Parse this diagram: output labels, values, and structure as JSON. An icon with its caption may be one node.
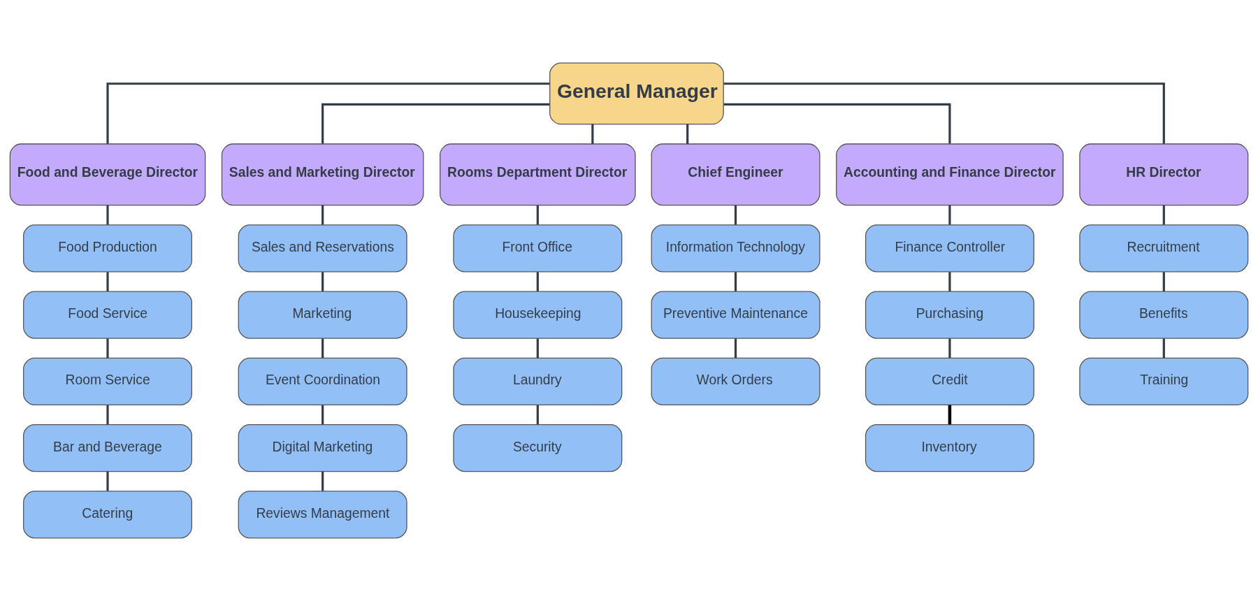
{
  "diagram": {
    "nodes": [
      {
        "text": [
          "General Manager"
        ]
      },
      {
        "text": [
          "Food and Beverage Director"
        ]
      },
      {
        "text": [
          "Sales and Marketing Director"
        ]
      },
      {
        "text": [
          "Rooms Department Director"
        ]
      },
      {
        "text": [
          "Chief Engineer"
        ]
      },
      {
        "text": [
          "Accounting and Finance Director"
        ]
      },
      {
        "text": [
          "HR Director"
        ]
      },
      {
        "text": [
          "Food Production"
        ]
      },
      {
        "text": [
          "Food Service"
        ]
      },
      {
        "text": [
          "Room Service"
        ]
      },
      {
        "text": [
          "Bar and Beverage"
        ]
      },
      {
        "text": [
          "Catering"
        ]
      },
      {
        "text": [
          "Sales and Reservations"
        ]
      },
      {
        "text": [
          "Marketing"
        ]
      },
      {
        "text": [
          "Event Coordination"
        ]
      },
      {
        "text": [
          "Digital Marketing"
        ]
      },
      {
        "text": [
          "Reviews Management"
        ]
      },
      {
        "text": [
          "Front Office"
        ]
      },
      {
        "text": [
          "Housekeeping"
        ]
      },
      {
        "text": [
          "Laundry"
        ]
      },
      {
        "text": [
          "Security"
        ]
      },
      {
        "text": [
          "Information Technology"
        ]
      },
      {
        "text": [
          "Preventive Maintenance"
        ]
      },
      {
        "text": [
          "Work Orders"
        ]
      },
      {
        "text": [
          "Finance Controller"
        ]
      },
      {
        "text": [
          "Purchasing"
        ]
      },
      {
        "text": [
          "Credit"
        ]
      },
      {
        "text": [
          "Inventory"
        ]
      },
      {
        "text": [
          "Recruitment"
        ]
      },
      {
        "text": [
          "Benefits"
        ]
      },
      {
        "text": [
          "Training"
        ]
      }
    ],
    "edges": [
      {
        "from": 0,
        "to": 1,
        "arrow": "none"
      },
      {
        "from": 0,
        "to": 2,
        "arrow": "none"
      },
      {
        "from": 0,
        "to": 3,
        "arrow": "none"
      },
      {
        "from": 0,
        "to": 4,
        "arrow": "none"
      },
      {
        "from": 0,
        "to": 5,
        "arrow": "none"
      },
      {
        "from": 0,
        "to": 6,
        "arrow": "none"
      },
      {
        "from": 1,
        "to": 7,
        "arrow": "none"
      },
      {
        "from": 7,
        "to": 8,
        "arrow": "none"
      },
      {
        "from": 8,
        "to": 9,
        "arrow": "none"
      },
      {
        "from": 9,
        "to": 10,
        "arrow": "none"
      },
      {
        "from": 10,
        "to": 11,
        "arrow": "none"
      },
      {
        "from": 2,
        "to": 12,
        "arrow": "none"
      },
      {
        "from": 12,
        "to": 13,
        "arrow": "none"
      },
      {
        "from": 13,
        "to": 14,
        "arrow": "none"
      },
      {
        "from": 14,
        "to": 15,
        "arrow": "none"
      },
      {
        "from": 15,
        "to": 16,
        "arrow": "none"
      },
      {
        "from": 3,
        "to": 17,
        "arrow": "none"
      },
      {
        "from": 17,
        "to": 18,
        "arrow": "none"
      },
      {
        "from": 18,
        "to": 19,
        "arrow": "none"
      },
      {
        "from": 19,
        "to": 20,
        "arrow": "none"
      },
      {
        "from": 4,
        "to": 21,
        "arrow": "none"
      },
      {
        "from": 21,
        "to": 22,
        "arrow": "none"
      },
      {
        "from": 22,
        "to": 23,
        "arrow": "none"
      },
      {
        "from": 5,
        "to": 24,
        "arrow": "none"
      },
      {
        "from": 24,
        "to": 25,
        "arrow": "none"
      },
      {
        "from": 25,
        "to": 26,
        "arrow": "none"
      },
      {
        "from": 26,
        "to": 27,
        "arrow": "none",
        "color": "#000000"
      },
      {
        "from": 6,
        "to": 28,
        "arrow": "none"
      },
      {
        "from": 28,
        "to": 29,
        "arrow": "none"
      },
      {
        "from": 29,
        "to": 30,
        "arrow": "none"
      }
    ]
  }
}
